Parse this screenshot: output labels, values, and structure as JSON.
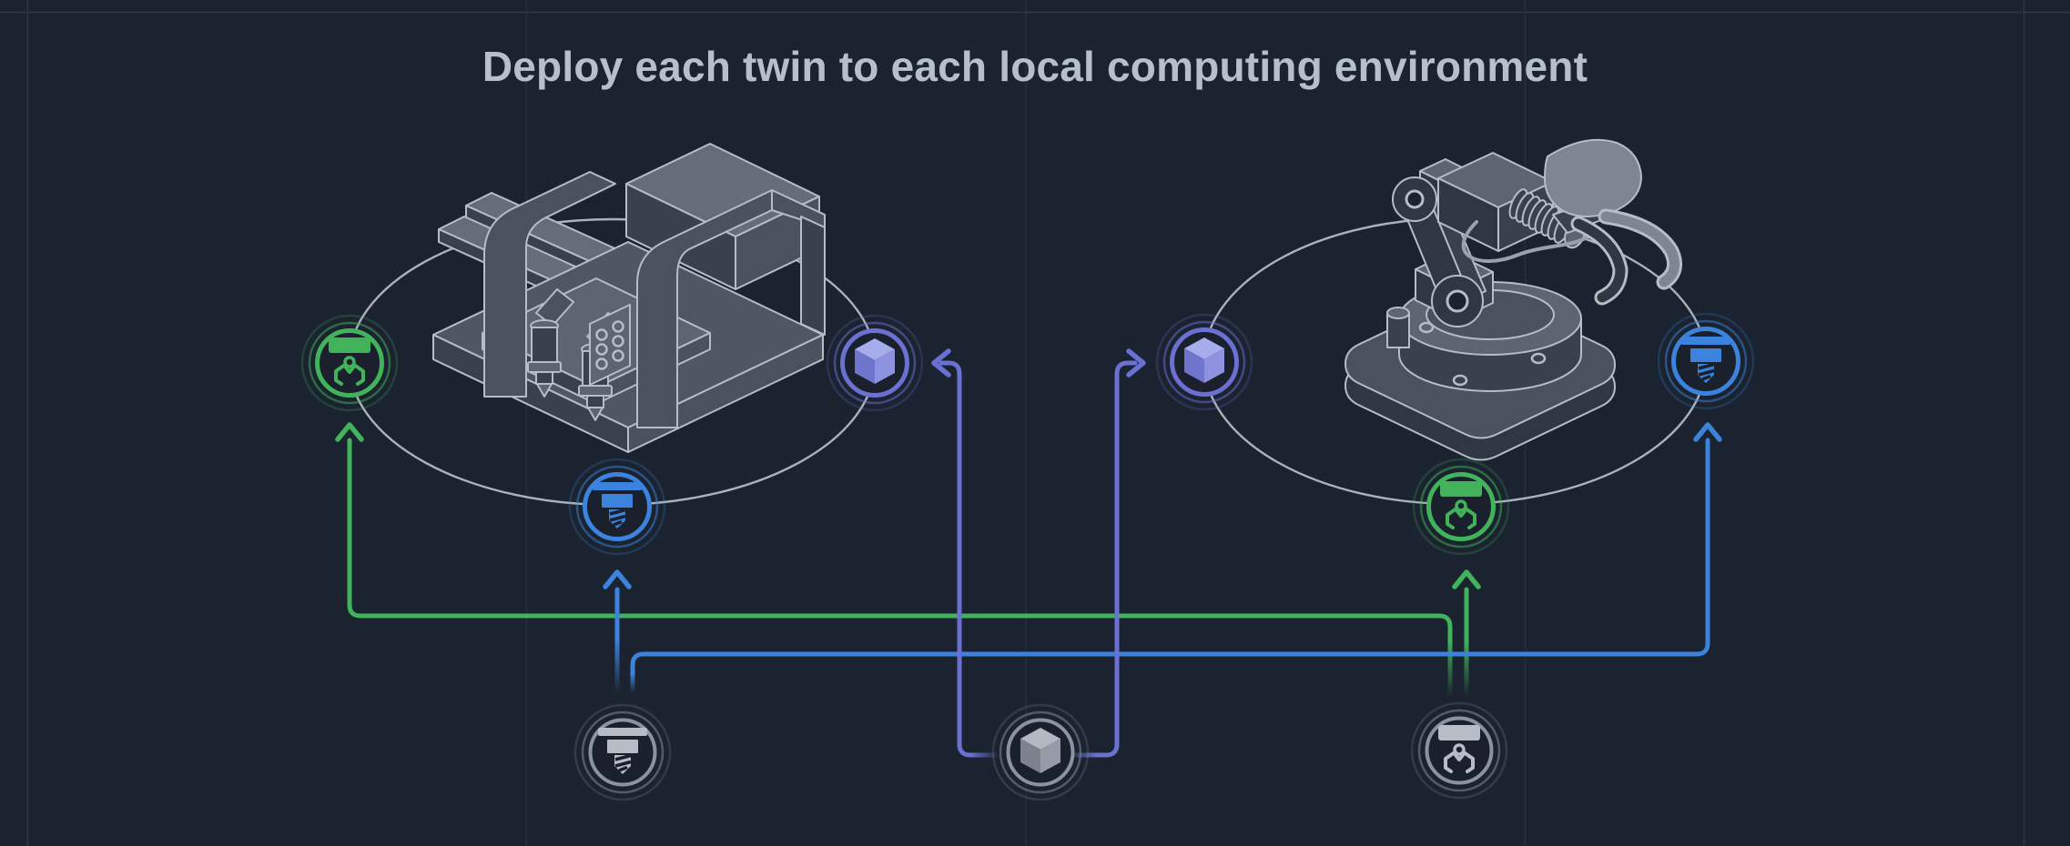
{
  "title": "Deploy each twin to each local computing environment",
  "colors": {
    "background": "#1b2330",
    "icon_disc_background": "#1a212d",
    "hairline": "#2b3544",
    "title_text": "#b6c0cd",
    "ellipse_stroke": "#c0c6cd",
    "green": "#41b35a",
    "blue": "#3b83dc",
    "purple": "#6b71d3",
    "gray_node_border": "#8b939d",
    "gray_node_glyph": "#b7bdc5",
    "machine_outline": "#b6bdc5"
  },
  "environments": [
    {
      "name": "left-local-computing-environment",
      "machine": "gantry-cnc-machine",
      "nodes": [
        {
          "icon": "gripper-icon",
          "color": "green",
          "position": "left"
        },
        {
          "icon": "cube-icon",
          "color": "purple",
          "position": "right"
        },
        {
          "icon": "drill-icon",
          "color": "blue",
          "position": "bottom"
        }
      ]
    },
    {
      "name": "right-local-computing-environment",
      "machine": "robot-arm-machine",
      "nodes": [
        {
          "icon": "cube-icon",
          "color": "purple",
          "position": "left"
        },
        {
          "icon": "drill-icon",
          "color": "blue",
          "position": "right"
        },
        {
          "icon": "gripper-icon",
          "color": "green",
          "position": "bottom"
        }
      ]
    }
  ],
  "twins": [
    {
      "icon": "drill-icon",
      "color": "gray"
    },
    {
      "icon": "cube-icon",
      "color": "gray"
    },
    {
      "icon": "gripper-icon",
      "color": "gray"
    }
  ],
  "connections": [
    {
      "from": "twin-drill",
      "to": "left-env-drill-node",
      "color": "blue"
    },
    {
      "from": "twin-drill",
      "to": "right-env-drill-node",
      "color": "blue"
    },
    {
      "from": "twin-cube",
      "to": "left-env-cube-node",
      "color": "purple"
    },
    {
      "from": "twin-cube",
      "to": "right-env-cube-node",
      "color": "purple"
    },
    {
      "from": "twin-gripper",
      "to": "left-env-gripper-node",
      "color": "green"
    },
    {
      "from": "twin-gripper",
      "to": "right-env-gripper-node",
      "color": "green"
    }
  ]
}
